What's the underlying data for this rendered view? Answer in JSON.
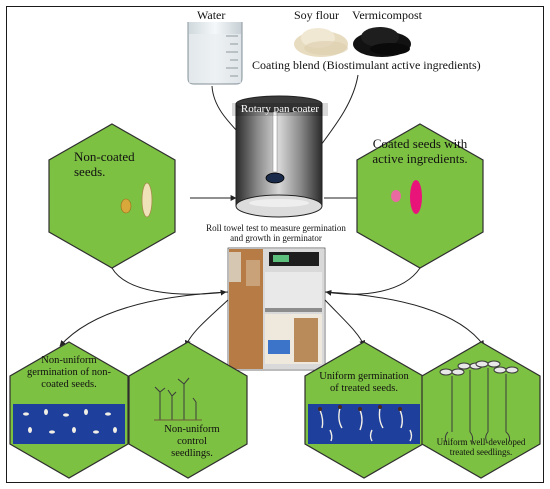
{
  "ingredients": {
    "water": "Water",
    "soy_flour": "Soy flour",
    "vermicompost": "Vermicompost",
    "coating_blend": "Coating blend (Biostimulant active ingredients)"
  },
  "coater": {
    "label": "Rotary pan coater"
  },
  "hex_top_left": {
    "label": "Non-coated seeds."
  },
  "hex_top_right": {
    "label": "Coated seeds with active ingredients."
  },
  "germinator": {
    "caption": "Roll towel test to measure germination and growth in germinator"
  },
  "hex_bottom": [
    {
      "label": "Non-uniform germination of non-coated seeds."
    },
    {
      "label": "Non-uniform control seedlings."
    },
    {
      "label": "Uniform germination of treated seeds."
    },
    {
      "label": "Uniform well-developed treated seedlings."
    }
  ],
  "colors": {
    "hex_fill": "#7dc142",
    "hex_stroke": "#2f2f2f",
    "tray_blue": "#1f3f9c",
    "coated_seed": "#e8147a",
    "uncoated_seed": "#d9a83a"
  }
}
